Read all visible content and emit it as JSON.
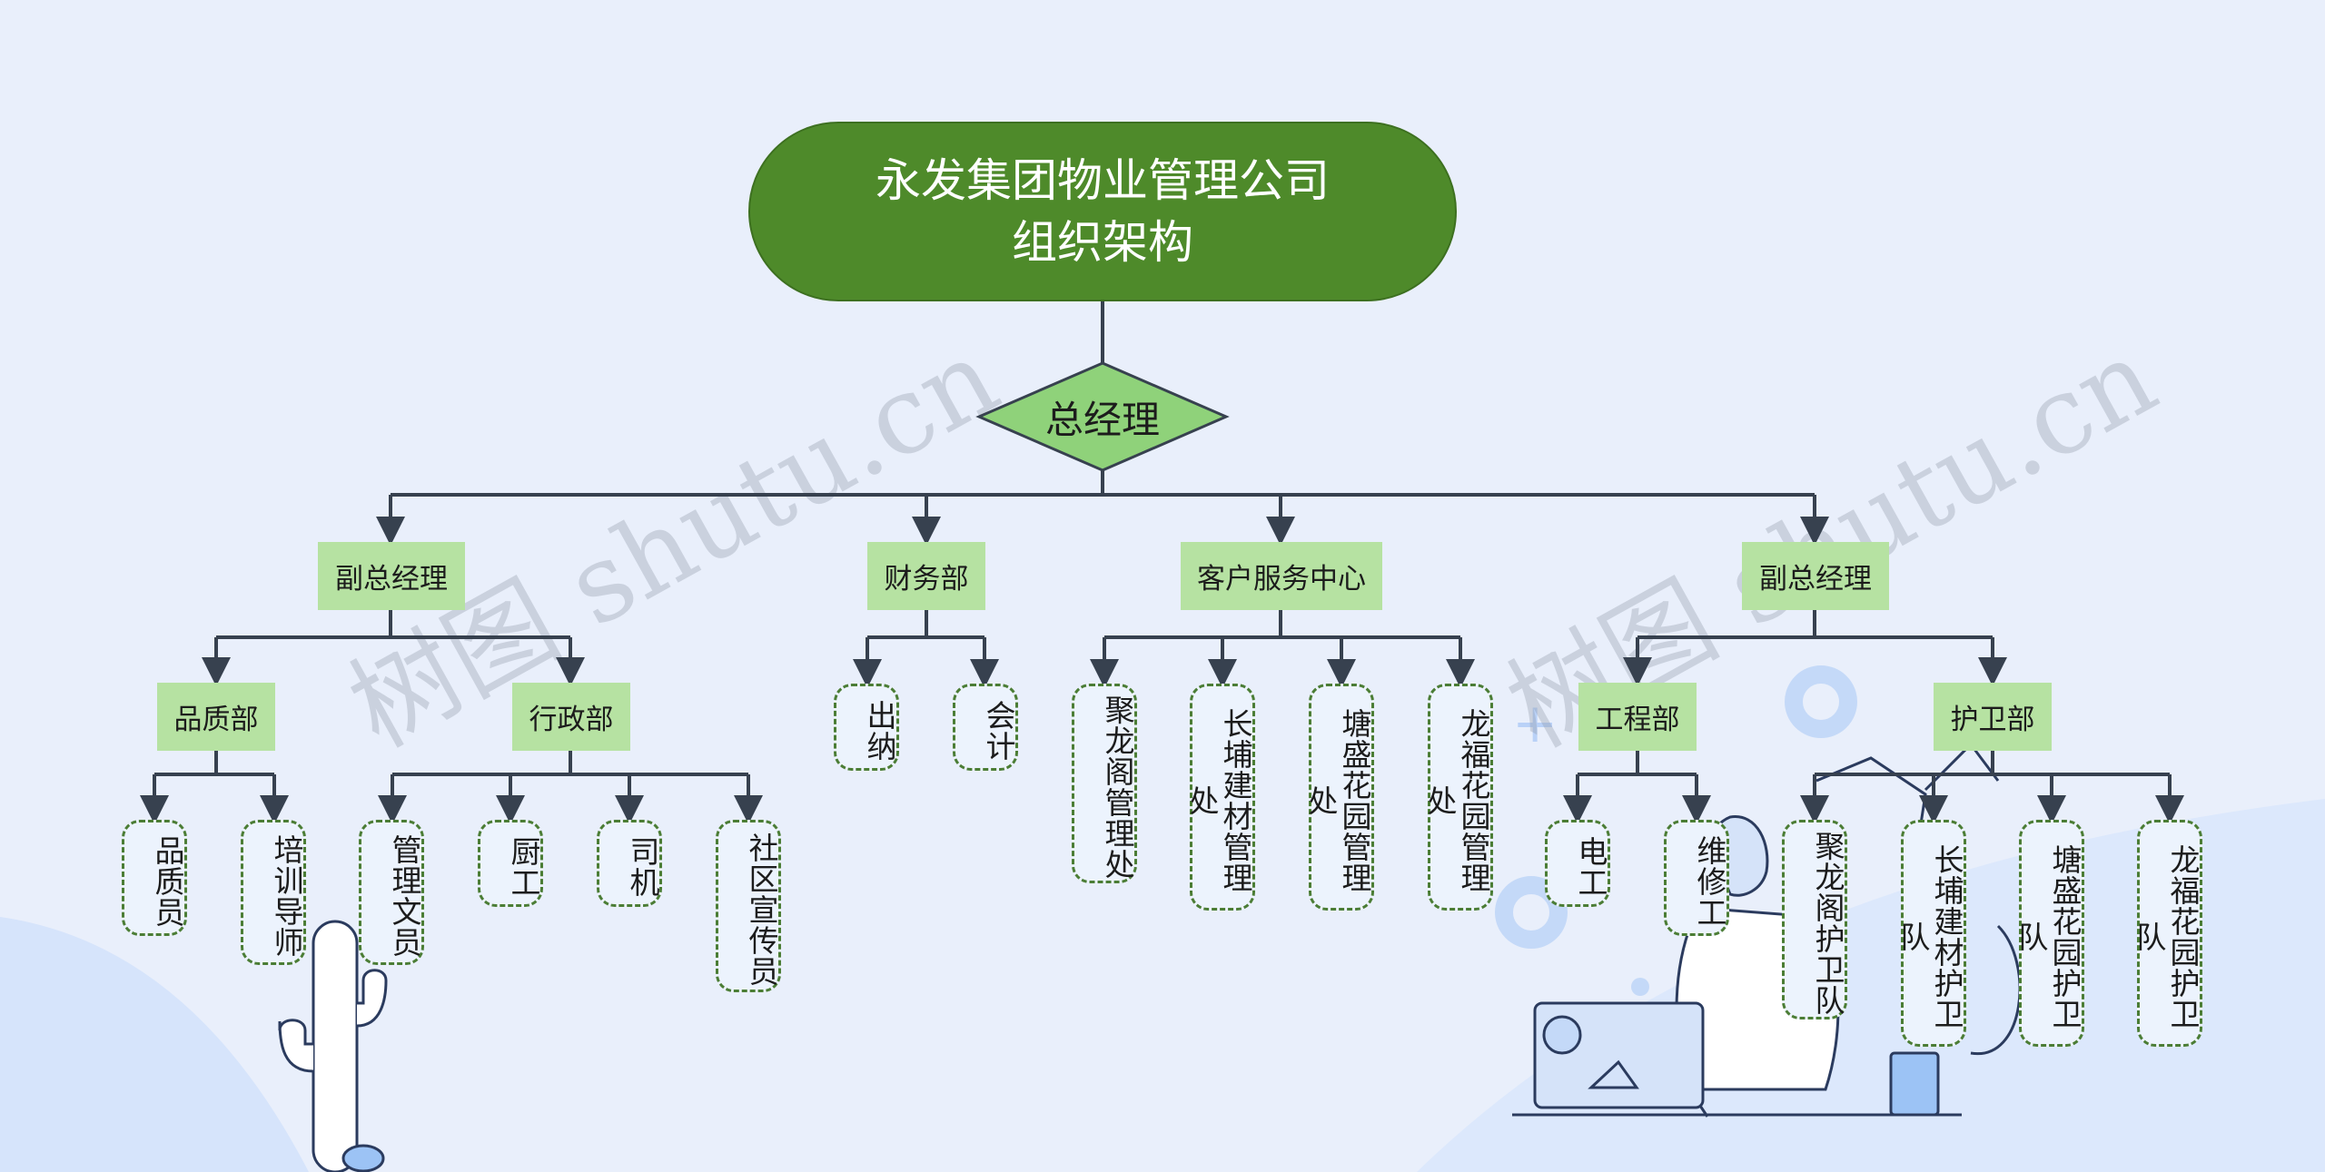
{
  "root": {
    "title": "永发集团物业管理公司\n组织架构"
  },
  "gm": {
    "label": "总经理"
  },
  "level1": [
    {
      "label": "副总经理"
    },
    {
      "label": "财务部"
    },
    {
      "label": "客户服务中心"
    },
    {
      "label": "副总经理"
    }
  ],
  "level2": {
    "quality": "品质部",
    "admin": "行政部",
    "engineering": "工程部",
    "security": "护卫部"
  },
  "leaves": {
    "quality": [
      "品质员",
      "培训导师"
    ],
    "admin": [
      "管理文员",
      "厨工",
      "司机",
      "社区宣传员"
    ],
    "finance": [
      "出纳",
      "会计"
    ],
    "customer": [
      "聚龙阁管理处",
      "长埔建材管理处",
      "塘盛花园管理处",
      "龙福花园管理处"
    ],
    "engineering": [
      "电工",
      "维修工"
    ],
    "security": [
      "聚龙阁护卫队",
      "长埔建材护卫队",
      "塘盛花园护卫队",
      "龙福花园护卫队"
    ]
  },
  "watermark": "树图 shutu.cn",
  "colors": {
    "root": "#4e8a2a",
    "node": "#b6e2a2",
    "connector": "#37414f",
    "background": "#e9effb"
  }
}
